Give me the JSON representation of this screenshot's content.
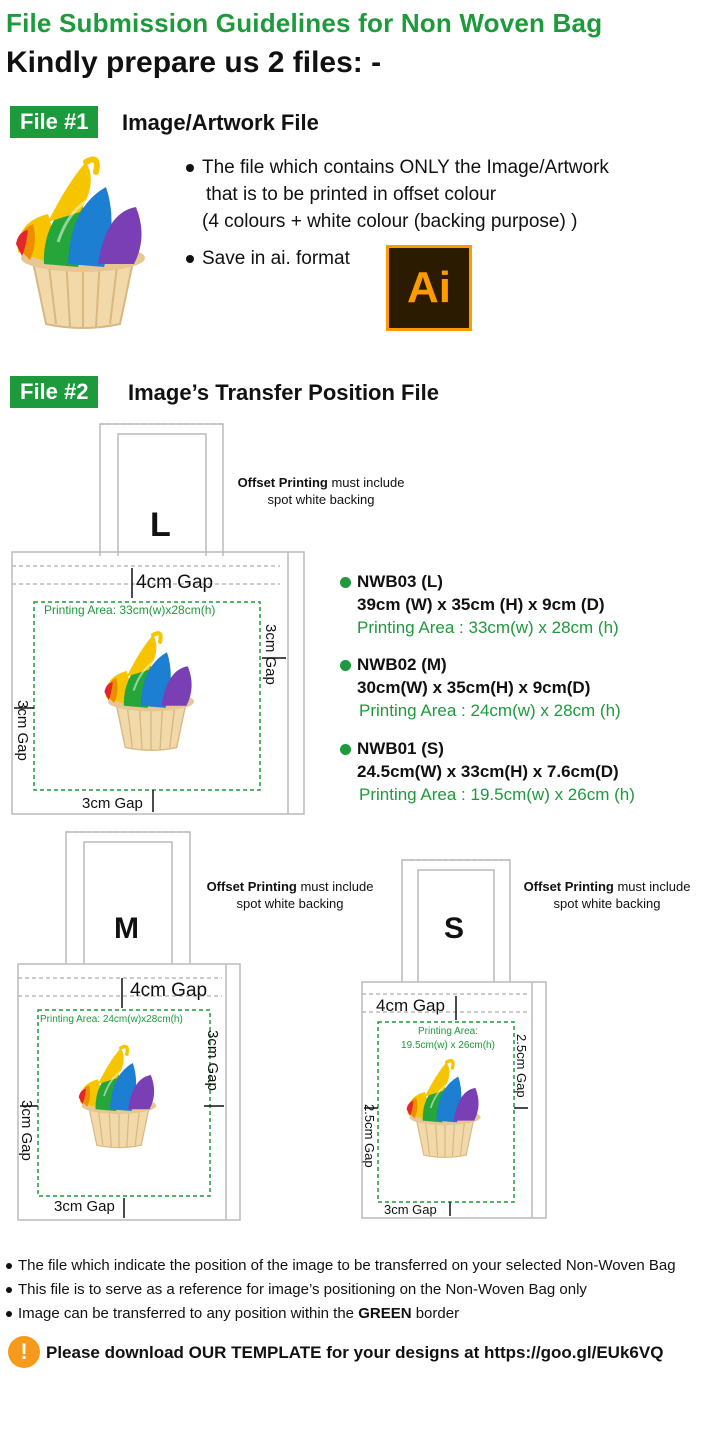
{
  "header": {
    "title": "File Submission Guidelines for Non Woven Bag",
    "subtitle": "Kindly prepare us 2 files: -"
  },
  "file1": {
    "badge": "File #1",
    "heading": "Image/Artwork File",
    "bullet1_line1": "The file which contains ONLY the Image/Artwork",
    "bullet1_line2": "that is to be printed in offset colour",
    "bullet1_line3": "(4 colours + white colour (backing purpose) )",
    "bullet2": "Save in ai. format",
    "ai_logo_text": "Ai"
  },
  "file2": {
    "badge": "File #2",
    "heading": "Image’s Transfer Position File"
  },
  "notes": {
    "bold": "Offset Printing",
    "rest": " must include",
    "line2": "spot white backing"
  },
  "bags": {
    "L": {
      "letter": "L",
      "top_gap": "4cm Gap",
      "area_label": "Printing Area: 33cm(w)x28cm(h)",
      "right_gap": "3cm Gap",
      "left_gap": "3cm Gap",
      "bottom_gap": "3cm Gap"
    },
    "M": {
      "letter": "M",
      "top_gap": "4cm Gap",
      "area_label": "Printing Area: 24cm(w)x28cm(h)",
      "right_gap": "3cm Gap",
      "left_gap": "3cm Gap",
      "bottom_gap": "3cm Gap"
    },
    "S": {
      "letter": "S",
      "top_gap": "4cm Gap",
      "area_label_1": "Printing Area:",
      "area_label_2": "19.5cm(w) x 26cm(h)",
      "right_gap": "2.5cm Gap",
      "left_gap": "2.5cm Gap",
      "bottom_gap": "3cm Gap"
    }
  },
  "specs": [
    {
      "code": "NWB03 (L)",
      "dims": "39cm (W) x 35cm (H) x 9cm (D)",
      "area": "Printing Area : 33cm(w) x 28cm (h)"
    },
    {
      "code": "NWB02 (M)",
      "dims": "30cm(W) x 35cm(H) x 9cm(D)",
      "area": "Printing Area : 24cm(w) x 28cm (h)"
    },
    {
      "code": "NWB01 (S)",
      "dims": "24.5cm(W) x 33cm(H) x 7.6cm(D)",
      "area": "Printing Area : 19.5cm(w) x 26cm (h)"
    }
  ],
  "footer": {
    "line1": "The file which indicate the position of the image to be transferred on your selected Non-Woven Bag",
    "line2": "This file is to serve as a reference for image’s positioning on the Non-Woven Bag only",
    "line3_pre": "Image can be transferred to any position within the ",
    "line3_bold": "GREEN",
    "line3_post": " border",
    "cta": "Please download OUR TEMPLATE for your designs at https://goo.gl/EUk6VQ",
    "cta_icon": "exclamation-icon"
  },
  "colors": {
    "brand_green": "#1d9a3c",
    "ai_orange": "#ff9a00",
    "ai_bg": "#2b1b00",
    "cta_orange": "#f59a1b"
  }
}
